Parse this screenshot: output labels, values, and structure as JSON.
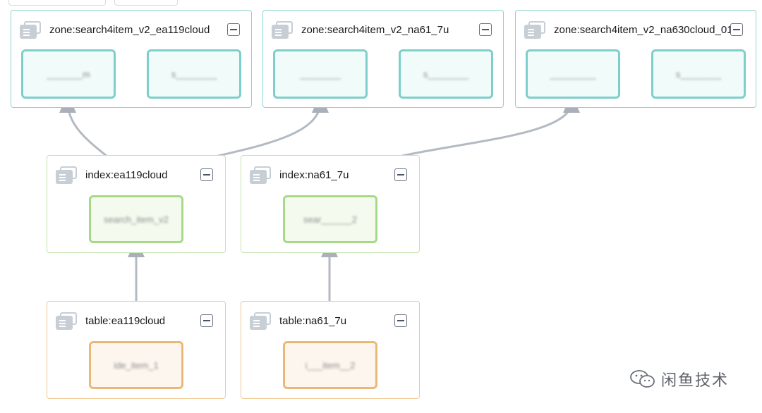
{
  "zones": [
    {
      "title": "zone:search4item_v2_ea119cloud",
      "nodes": [
        "_______m",
        "s________"
      ]
    },
    {
      "title": "zone:search4item_v2_na61_7u",
      "nodes": [
        "________",
        "s________"
      ]
    },
    {
      "title": "zone:search4item_v2_na630cloud_01",
      "nodes": [
        "_________",
        "s________"
      ]
    }
  ],
  "indexes": [
    {
      "title": "index:ea119cloud",
      "node": "search_item_v2"
    },
    {
      "title": "index:na61_7u",
      "node": "sear______2"
    }
  ],
  "tables": [
    {
      "title": "table:ea119cloud",
      "node": "ide_item_1"
    },
    {
      "title": "table:na61_7u",
      "node": "i___item__2"
    }
  ],
  "watermark": {
    "text": "闲鱼技术",
    "icon": "wechat-icon"
  },
  "colors": {
    "zone": "#7dcfcb",
    "index": "#a6da86",
    "table": "#ebb977",
    "edge": "#b4bac3"
  }
}
